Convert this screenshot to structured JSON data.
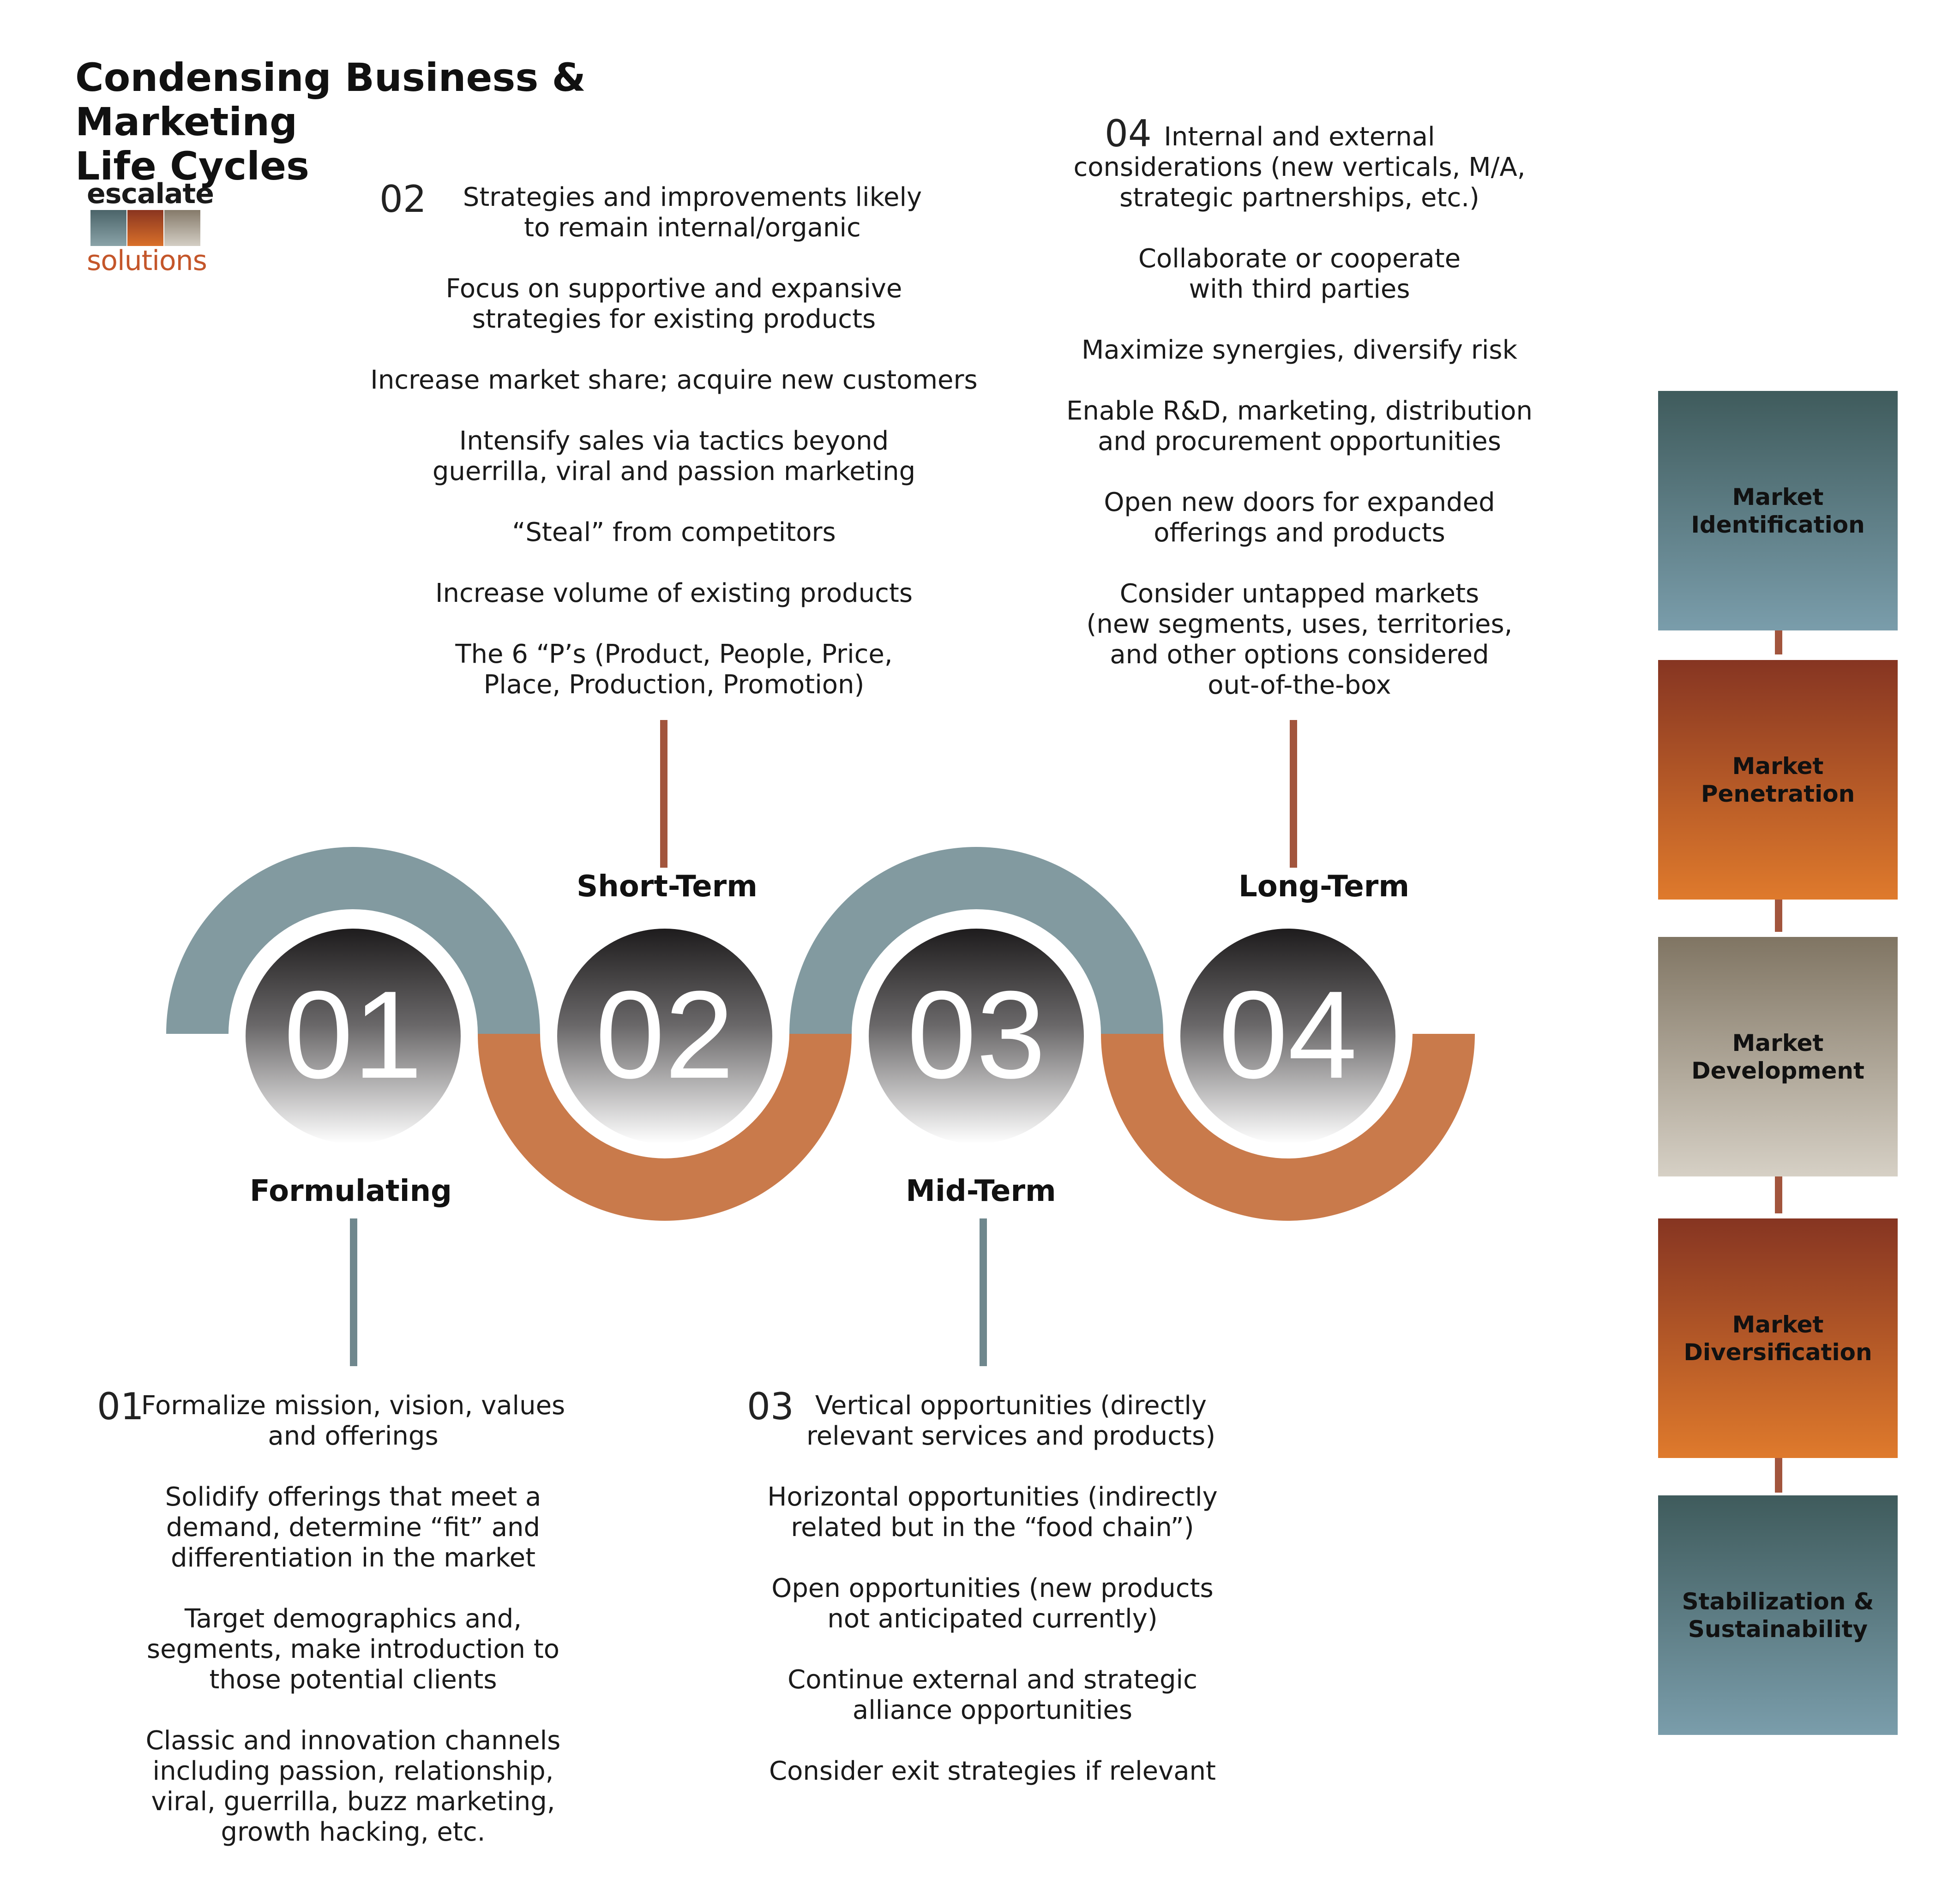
{
  "title": "Condensing Business & Marketing\nLife Cycles",
  "logo": {
    "top_text": "escalate",
    "bottom_text": "solutions",
    "colors": [
      "#6f8a8f",
      "#c4562a",
      "#b5afa4"
    ]
  },
  "stages": [
    {
      "number": "01",
      "label": "Formulating"
    },
    {
      "number": "02",
      "label": "Short-Term"
    },
    {
      "number": "03",
      "label": "Mid-Term"
    },
    {
      "number": "04",
      "label": "Long-Term"
    }
  ],
  "blocks": {
    "b01": {
      "number": "01",
      "items": [
        "Formalize mission, vision, values\nand offerings",
        "Solidify offerings that meet a\ndemand, determine “fit” and\ndifferentiation in the market",
        "Target demographics and,\nsegments, make introduction to\nthose potential clients",
        "Classic and innovation channels\nincluding passion, relationship,\nviral, guerrilla, buzz marketing,\ngrowth hacking, etc."
      ]
    },
    "b02": {
      "number": "02",
      "items": [
        "Strategies and improvements likely\nto remain internal/organic",
        "Focus on supportive and expansive\nstrategies for existing products",
        "Increase market share; acquire new customers",
        "Intensify sales via tactics beyond\nguerrilla, viral and passion marketing",
        "“Steal” from competitors",
        "Increase volume of existing products",
        "The 6 “P’s (Product, People, Price,\nPlace, Production, Promotion)"
      ]
    },
    "b03": {
      "number": "03",
      "items": [
        "Vertical opportunities (directly\nrelevant services and products)",
        "Horizontal opportunities (indirectly\nrelated but in the “food chain”)",
        "Open opportunities (new products\nnot anticipated currently)",
        "Continue external and strategic\nalliance opportunities",
        "Consider exit strategies if relevant"
      ]
    },
    "b04": {
      "number": "04",
      "items": [
        "Internal and external\nconsiderations (new verticals, M/A,\nstrategic partnerships, etc.)",
        "Collaborate or cooperate\nwith third parties",
        "Maximize synergies, diversify risk",
        "Enable R&D, marketing, distribution\nand procurement opportunities",
        "Open new doors for expanded\nofferings and products",
        "Consider untapped markets\n(new segments, uses, territories,\nand other options considered\nout-of-the-box"
      ]
    }
  },
  "phases": [
    "Market\nIdentification",
    "Market\nPenetration",
    "Market\nDevelopment",
    "Market\nDiversification",
    "Stabilization &\nSustainability"
  ],
  "colors": {
    "arc_teal": "#829aa0",
    "arc_orange": "#c97a4b",
    "connector": "#a2553d",
    "teal_line": "#6f878d"
  }
}
